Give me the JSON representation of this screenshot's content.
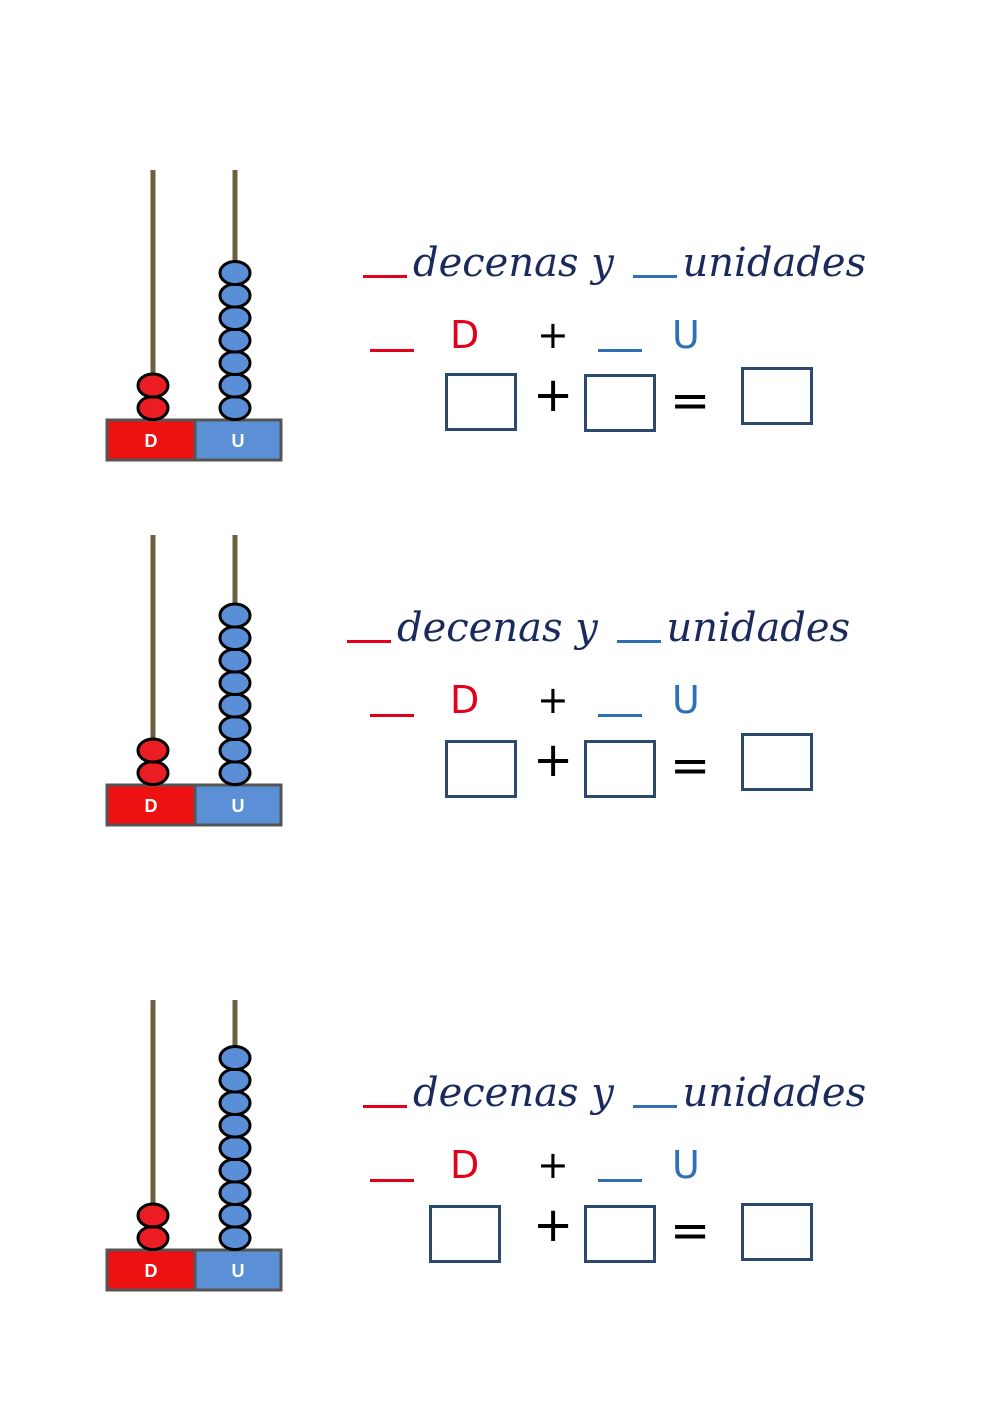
{
  "colors": {
    "tens": "#e2001a",
    "units": "#2f6fb4",
    "title_ink": "#1b2a5c",
    "box_border": "#2c4a6e",
    "rod": "#6b6040",
    "bead_tens": "#ea1c24",
    "bead_units": "#5a8fd8",
    "base_tens": "#ee1111",
    "base_units": "#5b8fd6"
  },
  "worksheet": {
    "word_tens": "decenas y",
    "word_units": "unidades",
    "d_label": "D",
    "u_label": "U",
    "plus": "+",
    "equals": "=",
    "base_tens_label": "D",
    "base_units_label": "U"
  },
  "exercises": [
    {
      "tens_beads": 2,
      "unit_beads": 7
    },
    {
      "tens_beads": 2,
      "unit_beads": 8
    },
    {
      "tens_beads": 2,
      "unit_beads": 9
    }
  ]
}
